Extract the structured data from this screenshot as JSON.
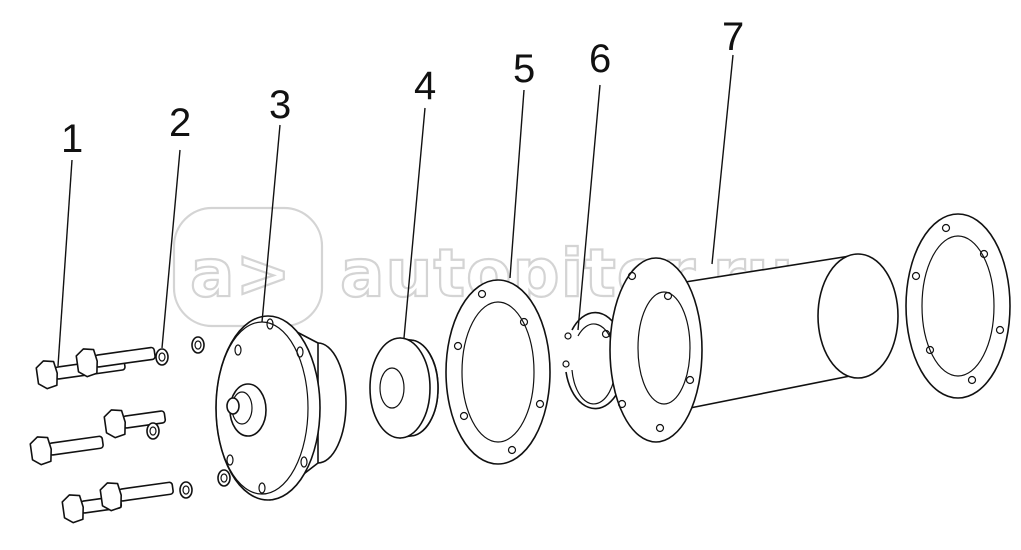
{
  "watermark": {
    "text": "autopiter.ru",
    "logo_text": "a>"
  },
  "callouts": [
    {
      "number": "1"
    },
    {
      "number": "2"
    },
    {
      "number": "3"
    },
    {
      "number": "4"
    },
    {
      "number": "5"
    },
    {
      "number": "6"
    },
    {
      "number": "7"
    }
  ]
}
